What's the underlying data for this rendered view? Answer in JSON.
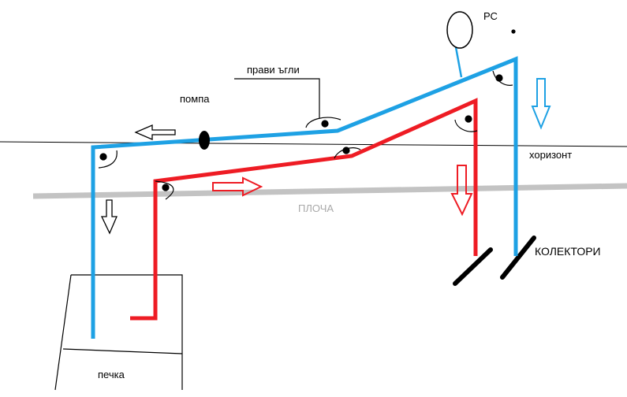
{
  "labels": {
    "pc": "РС",
    "right_angles": "прави ъгли",
    "pump": "помпа",
    "horizon": "хоризонт",
    "slab": "ПЛОЧА",
    "collectors": "КОЛЕКТОРИ",
    "stove": "печка"
  },
  "colors": {
    "cold_pipe": "#1ea1e4",
    "hot_pipe": "#ee1c24",
    "slab": "#c3c3c3",
    "slab_text": "#a9a9a9",
    "ink": "#000000"
  },
  "icons": {
    "pump": "pump-icon",
    "expansion_vessel": "expansion-vessel-icon"
  }
}
